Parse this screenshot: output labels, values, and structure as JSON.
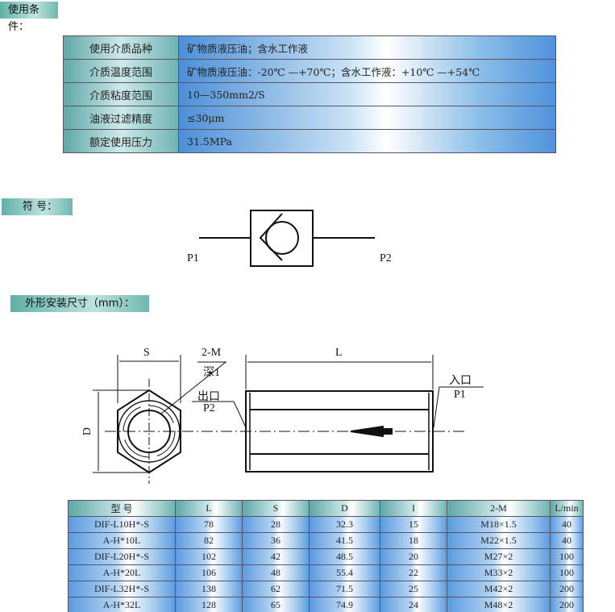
{
  "sections": {
    "conditions": "使用条件：",
    "symbol": "符 号：",
    "dimensions": "外形安装尺寸（mm）："
  },
  "conditions": [
    {
      "key": "使用介质品种",
      "value": "矿物质液压油；含水工作液"
    },
    {
      "key": "介质温度范围",
      "value": "矿物质液压油：-20℃ —+70℃；含水工作液：+10℃ —+54℃"
    },
    {
      "key": "介质粘度范围",
      "value": "10—350mm2/S"
    },
    {
      "key": "油液过滤精度",
      "value": "≤30μm"
    },
    {
      "key": "额定使用压力",
      "value": "31.5MPa"
    }
  ],
  "symbol": {
    "p1": "P1",
    "p2": "P2"
  },
  "drawing": {
    "s": "S",
    "l": "L",
    "d": "D",
    "thread": "2-M",
    "depth": "深1",
    "outlet": "出口",
    "outlet_port": "P2",
    "inlet": "入口",
    "inlet_port": "P1"
  },
  "table": {
    "headers": [
      "型 号",
      "L",
      "S",
      "D",
      "I",
      "2-M",
      "L/min"
    ],
    "rows": [
      [
        "DIF-L10H*-S",
        "78",
        "28",
        "32.3",
        "15",
        "M18×1.5",
        "40"
      ],
      [
        "A-H*10L",
        "82",
        "36",
        "41.5",
        "18",
        "M22×1.5",
        "40"
      ],
      [
        "DIF-L20H*-S",
        "102",
        "42",
        "48.5",
        "20",
        "M27×2",
        "100"
      ],
      [
        "A-H*20L",
        "106",
        "48",
        "55.4",
        "22",
        "M33×2",
        "100"
      ],
      [
        "DIF-L32H*-S",
        "138",
        "62",
        "71.5",
        "25",
        "M42×2",
        "200"
      ],
      [
        "A-H*32L",
        "128",
        "65",
        "74.9",
        "24",
        "M48×2",
        "200"
      ]
    ]
  }
}
